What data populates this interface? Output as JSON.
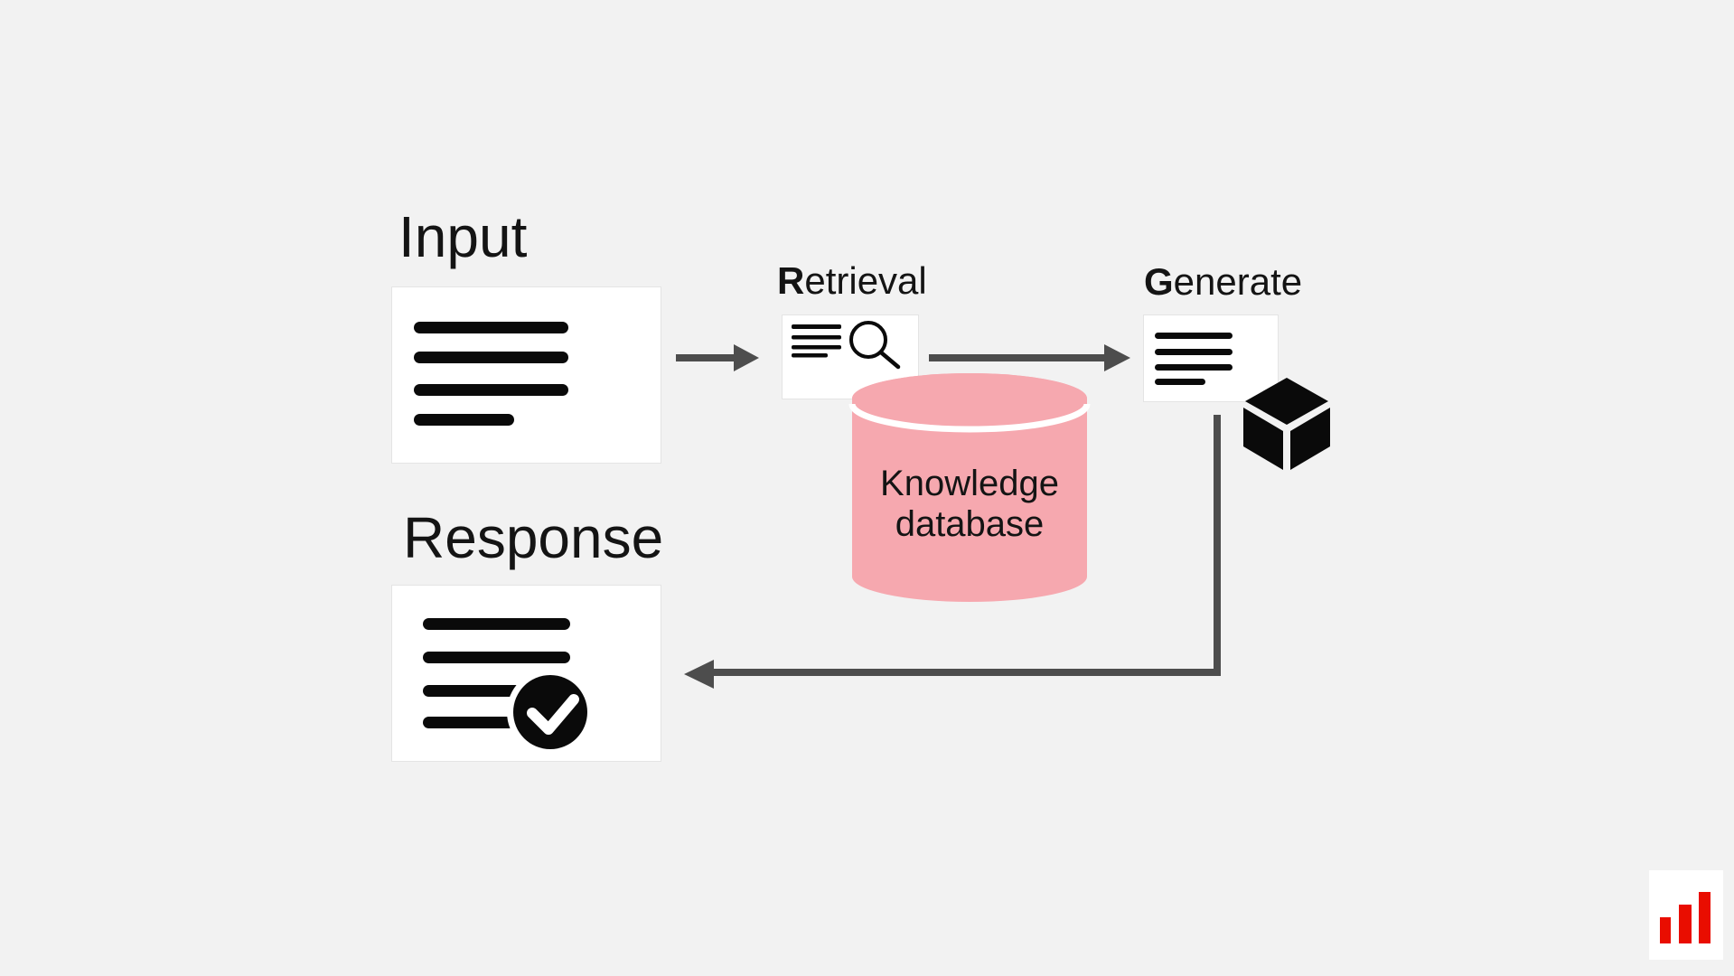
{
  "colors": {
    "background": "#f2f2f2",
    "box_bg": "#ffffff",
    "box_border": "#e4e4e4",
    "ink": "#0a0a0a",
    "text": "#141414",
    "arrow": "#4d4d4d",
    "database_pink": "#f6a8af",
    "logo_red": "#e90d00"
  },
  "nodes": {
    "input": {
      "label": "Input"
    },
    "retrieval": {
      "lead": "R",
      "rest": "etrieval"
    },
    "database": {
      "line1": "Knowledge",
      "line2": "database"
    },
    "generate": {
      "lead": "G",
      "rest": "enerate"
    },
    "response": {
      "label": "Response"
    }
  },
  "icons": {
    "input_card": "document-lines-icon",
    "retrieval_card": "document-search-icon",
    "database": "database-cylinder-icon",
    "generate_card": "document-lines-icon",
    "generate_model": "cube-icon",
    "response_card": "document-check-icon",
    "logo": "bar-chart-logo-icon"
  }
}
